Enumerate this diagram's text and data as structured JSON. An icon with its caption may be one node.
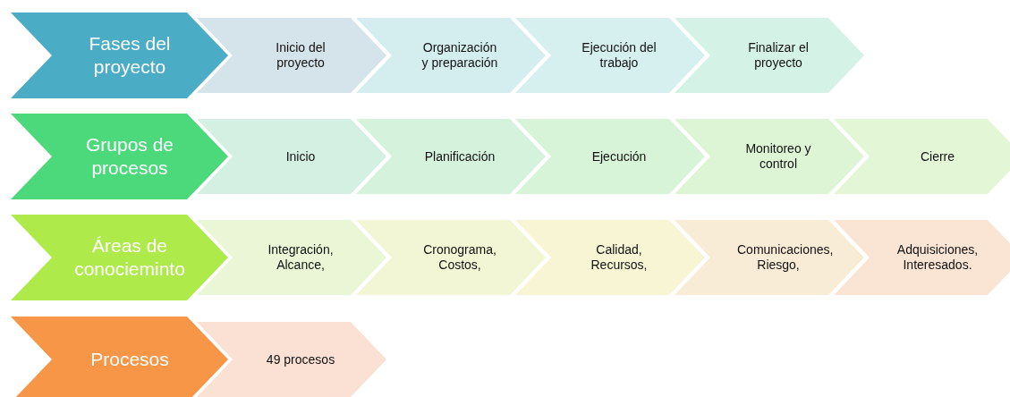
{
  "diagram": {
    "nodes": [
      {
        "text": [
          "Fases del proyecto"
        ]
      },
      {
        "text": [
          "Inicio del proyecto"
        ]
      },
      {
        "text": [
          "Organización y preparación"
        ]
      },
      {
        "text": [
          "Ejecución del trabajo"
        ]
      },
      {
        "text": [
          "Finalizar el proyecto"
        ]
      },
      {
        "text": [
          "Grupos de procesos"
        ]
      },
      {
        "text": [
          "Inicio"
        ]
      },
      {
        "text": [
          "Planificación"
        ]
      },
      {
        "text": [
          "Ejecución"
        ]
      },
      {
        "text": [
          "Monitoreo y control"
        ]
      },
      {
        "text": [
          "Cierre"
        ]
      },
      {
        "text": [
          "Áreas de conocieminto"
        ]
      },
      {
        "text": [
          "Integración, Alcance,"
        ]
      },
      {
        "text": [
          "Cronograma, Costos,"
        ]
      },
      {
        "text": [
          "Calidad, Recursos,"
        ]
      },
      {
        "text": [
          "Comunicaciones, Riesgo,"
        ]
      },
      {
        "text": [
          "Adquisiciones, Interesados."
        ]
      },
      {
        "text": [
          "Procesos"
        ]
      },
      {
        "text": [
          "49 procesos"
        ]
      }
    ]
  }
}
